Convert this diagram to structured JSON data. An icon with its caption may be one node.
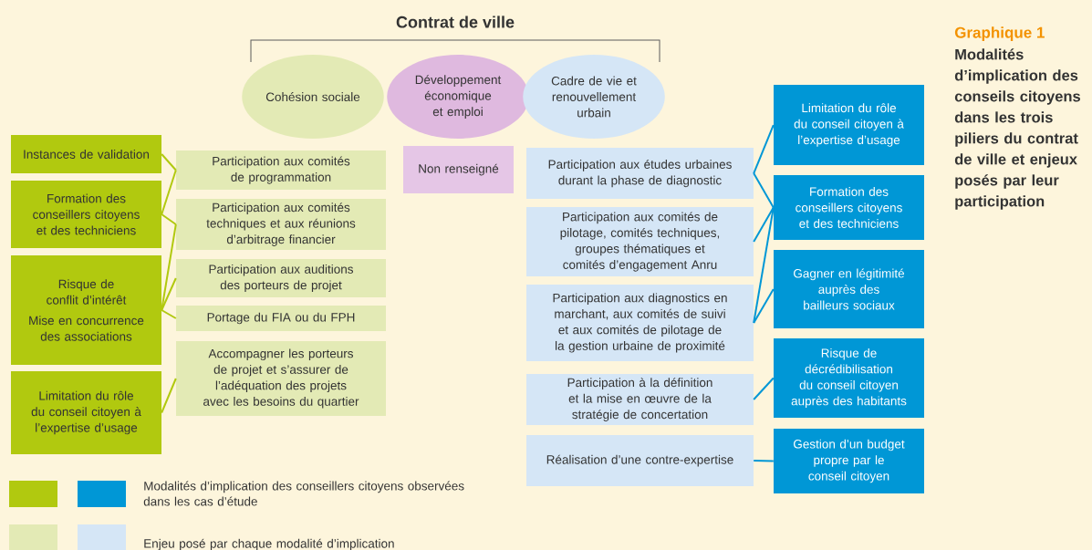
{
  "diagram": {
    "title": "Contrat de ville",
    "caption": "Modalités d’implication des conseils citoyens dans les trois piliers du contrat de ville et enjeux posés par leur participation",
    "nodes": [
      {
        "text": [
          "Cohésion sociale"
        ]
      },
      {
        "text": [
          "Développement économique et emploi"
        ]
      },
      {
        "text": [
          "Cadre de vie et renouvellement urbain"
        ]
      },
      {
        "text": [
          "Instances de validation"
        ]
      },
      {
        "text": [
          "Formation des conseillers citoyens et des techniciens"
        ]
      },
      {
        "text": [
          "Risque de conflit d’intérêt",
          "Mise en concurrence des associations"
        ]
      },
      {
        "text": [
          "Limitation du rôle du conseil citoyen à l’expertise d’usage"
        ]
      },
      {
        "text": [
          "Participation aux comités de programmation"
        ]
      },
      {
        "text": [
          "Participation aux comités techniques et aux réunions d’arbitrage financier"
        ]
      },
      {
        "text": [
          "Participation aux auditions des porteurs de projet"
        ]
      },
      {
        "text": [
          "Portage du FIA ou du FPH"
        ]
      },
      {
        "text": [
          "Accompagner les porteurs de projet et s’assurer de l’adéquation des projets avec les besoins du quartier"
        ]
      },
      {
        "text": [
          "Non renseigné"
        ]
      },
      {
        "text": [
          "Participation aux études urbaines durant la phase de diagnostic"
        ]
      },
      {
        "text": [
          "Participation aux comités de pilotage, comités techniques, groupes thématiques et comités d’engagement Anru"
        ]
      },
      {
        "text": [
          "Participation aux diagnostics en marchant, aux comités de suivi et aux comités de pilotage de la gestion urbaine de proximité"
        ]
      },
      {
        "text": [
          "Participation à la définition et la mise en œuvre de la stratégie de concertation"
        ]
      },
      {
        "text": [
          "Réalisation d’une contre-expertise"
        ]
      },
      {
        "text": [
          "Limitation du rôle du conseil citoyen à l’expertise d’usage"
        ]
      },
      {
        "text": [
          "Formation des conseillers citoyens et des techniciens"
        ]
      },
      {
        "text": [
          "Gagner en légitimité auprès des bailleurs sociaux"
        ]
      },
      {
        "text": [
          "Risque de décrédibilisation du conseil citoyen auprès des habitants"
        ]
      },
      {
        "text": [
          "Gestion d’un budget propre par le conseil citoyen"
        ]
      }
    ],
    "edges": [
      {
        "from": 3,
        "to": 7,
        "arrow": "none"
      },
      {
        "from": 4,
        "to": 7,
        "arrow": "none"
      },
      {
        "from": 4,
        "to": 8,
        "arrow": "none"
      },
      {
        "from": 5,
        "to": 8,
        "arrow": "none"
      },
      {
        "from": 5,
        "to": 9,
        "arrow": "none"
      },
      {
        "from": 5,
        "to": 10,
        "arrow": "none"
      },
      {
        "from": 6,
        "to": 11,
        "arrow": "none"
      },
      {
        "from": 13,
        "to": 18,
        "arrow": "none",
        "color": "#0097d6"
      },
      {
        "from": 13,
        "to": 19,
        "arrow": "none",
        "color": "#0097d6"
      },
      {
        "from": 14,
        "to": 19,
        "arrow": "none",
        "color": "#0097d6"
      },
      {
        "from": 15,
        "to": 19,
        "arrow": "none",
        "color": "#0097d6"
      },
      {
        "from": 15,
        "to": 20,
        "arrow": "none",
        "color": "#0097d6"
      },
      {
        "from": 16,
        "to": 21,
        "arrow": "none",
        "color": "#0097d6"
      },
      {
        "from": 17,
        "to": 22,
        "arrow": "none",
        "color": "#0097d6"
      }
    ],
    "labels": [
      "Graphique 1"
    ],
    "legend": [
      {
        "text": "Modalités d’implication des conseillers citoyens observées dans les cas d’étude",
        "color": "#b1c90f"
      },
      {
        "text": "Enjeu posé par chaque modalité d’implication",
        "color": "#e3eab5"
      }
    ]
  }
}
